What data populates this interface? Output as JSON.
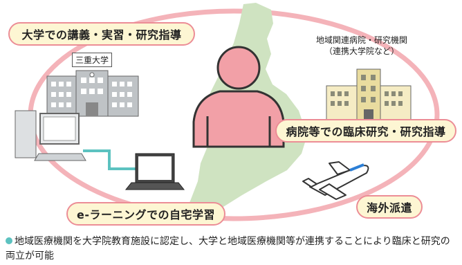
{
  "labels": {
    "lecture": "大学での講義・実習・研究指導",
    "university": "三重大学",
    "hospitals_line1": "地域関連病院・研究機関",
    "hospitals_line2": "（連携大学院など）",
    "clinical": "病院等での臨床研究・研究指導",
    "overseas": "海外派遣",
    "elearning": "e-ラーニングでの自宅学習"
  },
  "caption": "地域医療機関を大学院教育施設に認定し、大学と地域医療機関等が連携することにより臨床と研究の両立が可能",
  "colors": {
    "ring": "#f4b3b9",
    "map": "#cfe3c1",
    "person": "#f2a0a7",
    "pill_fill": "#fdf6d3",
    "pill_border": "#ec8d96",
    "accent": "#5cc2c0"
  },
  "icons": [
    "person-icon",
    "university-building-icon",
    "hospital-building-icon",
    "desktop-computer-icon",
    "laptop-icon",
    "airplane-icon",
    "bullet-dot-icon"
  ]
}
